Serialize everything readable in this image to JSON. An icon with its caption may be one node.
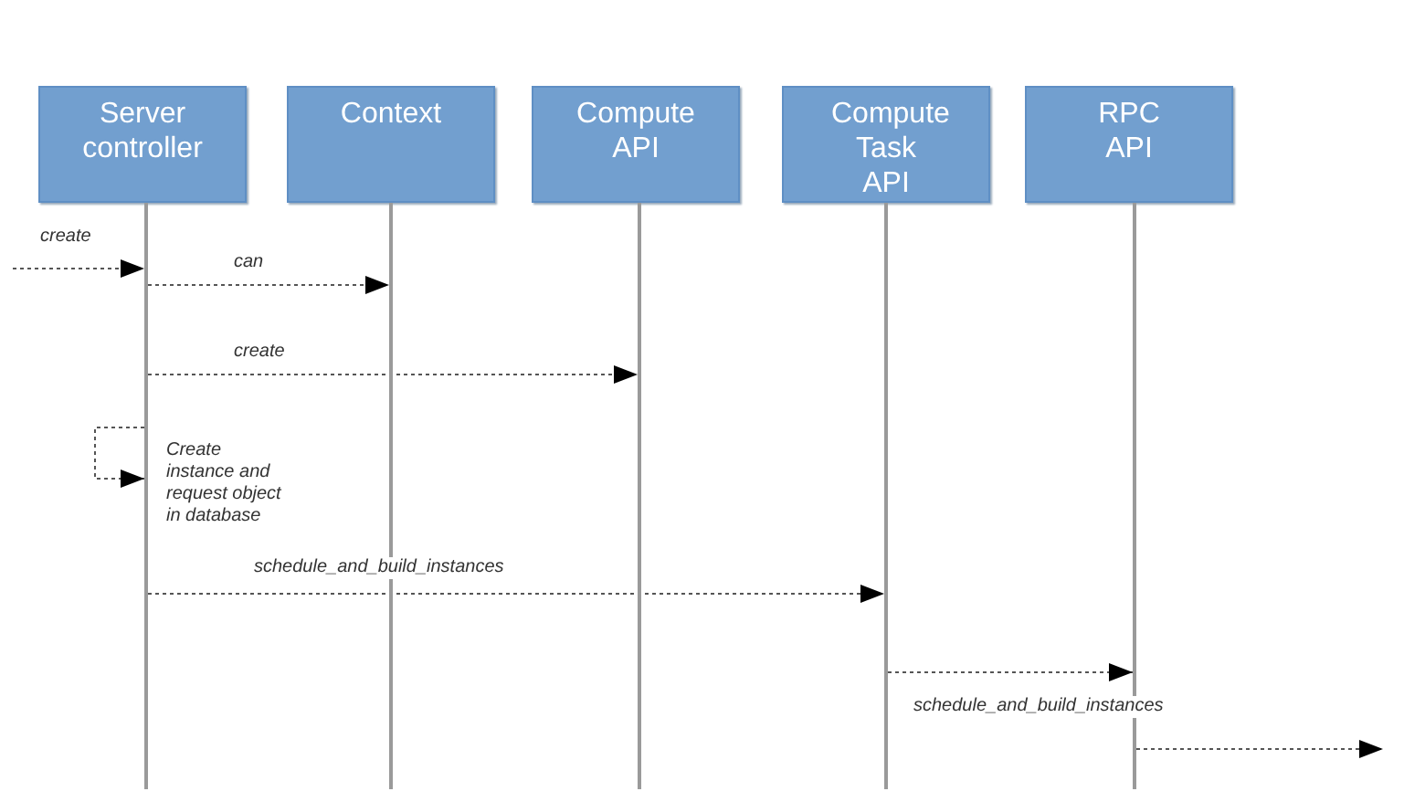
{
  "diagram": {
    "nodes": [
      {
        "text": [
          "Server controller"
        ]
      },
      {
        "text": [
          "Context"
        ]
      },
      {
        "text": [
          "Compute API"
        ]
      },
      {
        "text": [
          "Compute Task API"
        ]
      },
      {
        "text": [
          "RPC API"
        ]
      },
      {
        "text": [],
        "shape": "bar"
      },
      {
        "text": [],
        "shape": "bar"
      },
      {
        "text": [],
        "shape": "bar"
      },
      {
        "text": [],
        "shape": "bar"
      },
      {
        "text": [],
        "shape": "bar"
      }
    ],
    "edges": [
      {
        "from": null,
        "to": 5,
        "arrow": "to",
        "label": "create",
        "style": "dashed"
      },
      {
        "from": 5,
        "to": 6,
        "arrow": "to",
        "label": "can",
        "style": "dashed"
      },
      {
        "from": 5,
        "to": 7,
        "arrow": "to",
        "label": "create",
        "style": "dashed"
      },
      {
        "from": 5,
        "to": 5,
        "arrow": "to",
        "label": "Create instance and request object in database",
        "style": "dashed"
      },
      {
        "from": 5,
        "to": 8,
        "arrow": "to",
        "label": "schedule_and_build_instances",
        "style": "dashed"
      },
      {
        "from": 8,
        "to": 9,
        "arrow": "to",
        "style": "dashed"
      },
      {
        "from": 9,
        "to": null,
        "arrow": "to",
        "label": "schedule_and_build_instances",
        "style": "dashed"
      }
    ]
  }
}
